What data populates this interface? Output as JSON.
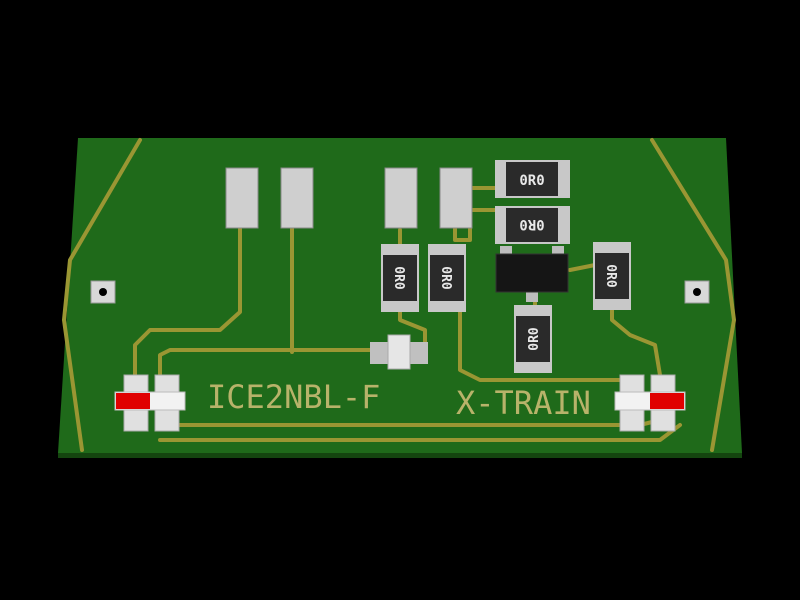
{
  "board": {
    "silkscreen_left": "ICE2NBL-F",
    "silkscreen_right": "X-TRAIN",
    "board_color": "#1f6a1a",
    "trace_color": "#9a9633",
    "silk_color": "#b8b36a"
  },
  "resistors": [
    {
      "marking": "0R0",
      "orientation": "horizontal"
    },
    {
      "marking": "0R0",
      "orientation": "horizontal"
    },
    {
      "marking": "0R0",
      "orientation": "vertical"
    },
    {
      "marking": "0R0",
      "orientation": "vertical"
    },
    {
      "marking": "0R0",
      "orientation": "vertical"
    },
    {
      "marking": "0R0",
      "orientation": "vertical"
    }
  ],
  "components": {
    "smd_pads": 4,
    "mounting_holes": 2,
    "led_connectors": 2,
    "transistor": "SOT-23",
    "small_capacitor": 1
  }
}
